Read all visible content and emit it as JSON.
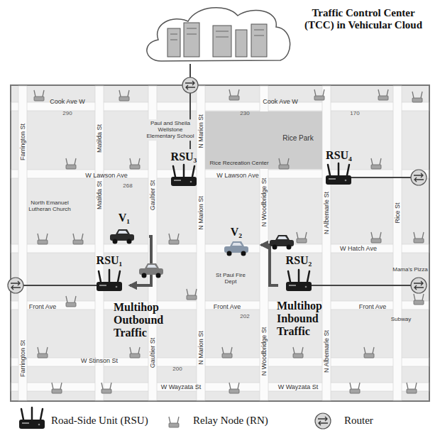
{
  "diagram": {
    "nodes": [
      {
        "text": [
          "Traffic Control Center (TCC) in Vehicular Cloud"
        ]
      },
      {
        "text": [
          "RSU₃"
        ]
      },
      {
        "text": [
          "RSU₄"
        ]
      },
      {
        "text": [
          "V₁"
        ]
      },
      {
        "text": [
          "V₂"
        ]
      },
      {
        "text": [
          "RSU₁"
        ]
      },
      {
        "text": [
          "RSU₂"
        ]
      }
    ],
    "edges": [
      {
        "from": 1,
        "to": 0,
        "arrow": "none"
      },
      {
        "from": 3,
        "to": 5,
        "arrow": "to"
      },
      {
        "from": 6,
        "to": 4,
        "arrow": "to"
      }
    ],
    "labels": [
      "Cook Ave W",
      "Cook Ave W",
      "290",
      "230",
      "170",
      "Paul and Sheila Wellstone Elementary School",
      "N Marion St",
      "Matilda St",
      "Farrington St",
      "Rice Park",
      "Rice Recreation Center",
      "W Lawson Ave",
      "W Lawson Ave",
      "268",
      "Gaultier St",
      "Matilda St",
      "North Emanuel Lutheran Church",
      "N Woodbridge St",
      "N Marion St",
      "N Albemarle St",
      "Rice St",
      "W Hatch Ave",
      "Mama's Pizza",
      "St Paul Fire Dept",
      "Multihop Outbound Traffic",
      "Multihop Inbound Traffic",
      "Front Ave",
      "Front Ave",
      "Front Ave",
      "202",
      "Subway",
      "Gaultier St",
      "N Marion St",
      "N Woodbridge St",
      "N Albemarle St",
      "Farrington St",
      "W Stinson St",
      "200",
      "W Wayzata St",
      "W Wayzata St"
    ],
    "legend": [
      {
        "text": "Road-Side Unit (RSU)"
      },
      {
        "text": "Relay Node (RN)"
      },
      {
        "text": "Router"
      }
    ]
  }
}
